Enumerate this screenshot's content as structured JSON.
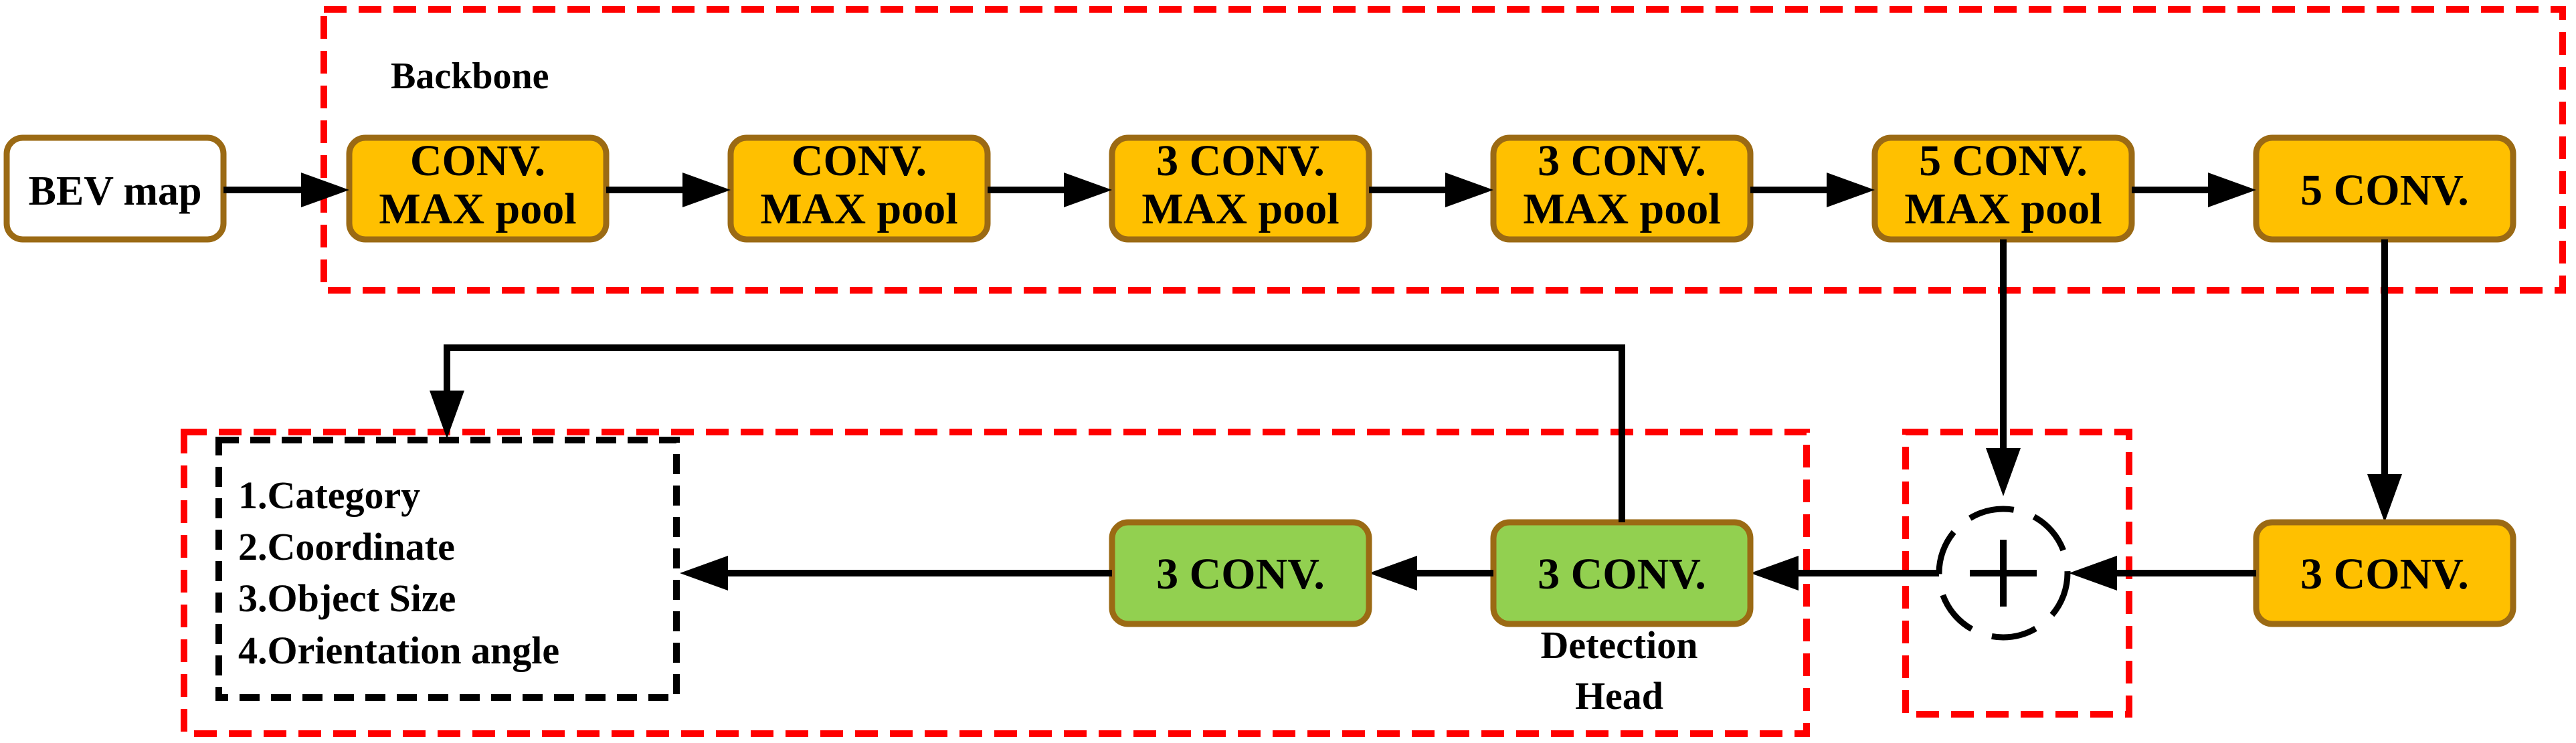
{
  "input": {
    "label": "BEV map"
  },
  "backbone": {
    "title": "Backbone",
    "blocks": [
      {
        "line1": "CONV.",
        "line2": "MAX pool"
      },
      {
        "line1": "CONV.",
        "line2": "MAX pool"
      },
      {
        "line1": "3 CONV.",
        "line2": "MAX pool"
      },
      {
        "line1": "3 CONV.",
        "line2": "MAX pool"
      },
      {
        "line1": "5 CONV.",
        "line2": "MAX pool"
      },
      {
        "label": "5 CONV."
      }
    ]
  },
  "neck": {
    "block": {
      "label": "3 CONV."
    },
    "fusion_icon": "plus-circle-icon"
  },
  "detection_head": {
    "title_line1": "Detection",
    "title_line2": "Head",
    "blocks": [
      {
        "label": "3 CONV."
      },
      {
        "label": "3 CONV."
      }
    ]
  },
  "outputs": {
    "items": [
      "1.Category",
      "2.Coordinate",
      "3.Object Size",
      "4.Orientation angle"
    ]
  },
  "colors": {
    "backbone_block": "#FFC000",
    "head_block": "#92D050",
    "block_border": "#9B6A14",
    "region_outline": "#FF0000",
    "arrow": "#000000"
  }
}
